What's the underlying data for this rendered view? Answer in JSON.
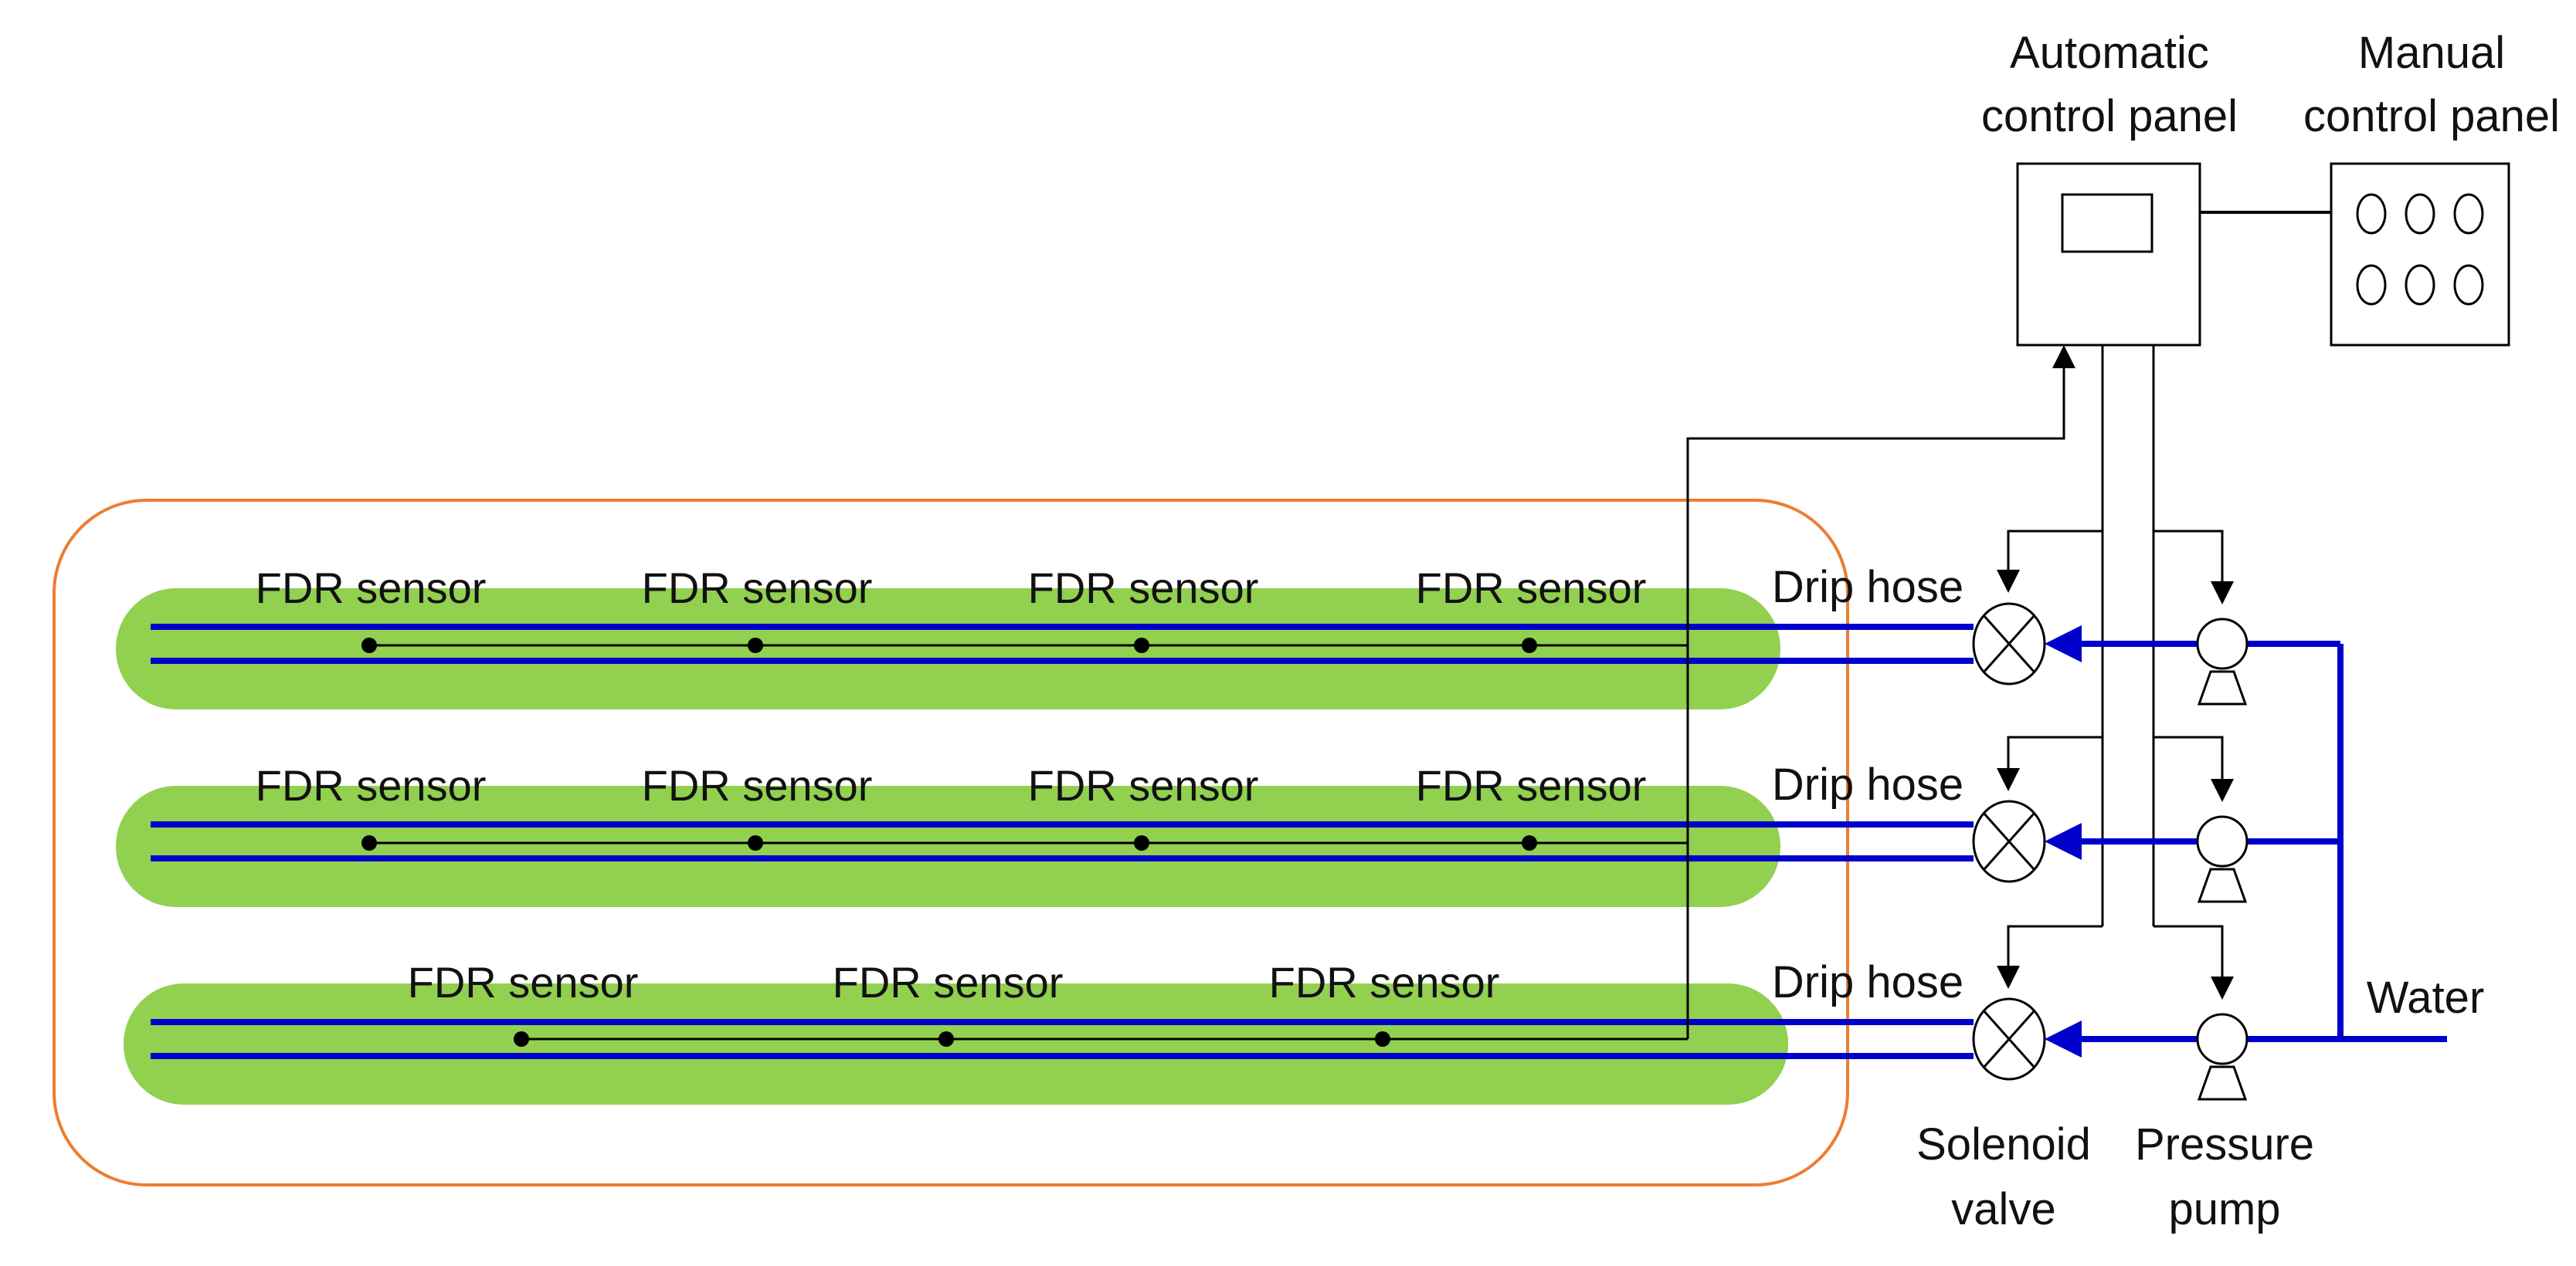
{
  "labels": {
    "automatic_panel": [
      "Automatic",
      "control panel"
    ],
    "manual_panel": [
      "Manual",
      "control panel"
    ],
    "solenoid_valve": [
      "Solenoid",
      "valve"
    ],
    "pressure_pump": [
      "Pressure",
      "pump"
    ],
    "water": "Water",
    "drip_hose": "Drip hose",
    "fdr_sensor": "FDR sensor"
  },
  "rows": [
    {
      "sensors": [
        "FDR sensor",
        "FDR sensor",
        "FDR sensor",
        "FDR sensor"
      ],
      "drip_hose": "Drip hose"
    },
    {
      "sensors": [
        "FDR sensor",
        "FDR sensor",
        "FDR sensor",
        "FDR sensor"
      ],
      "drip_hose": "Drip hose"
    },
    {
      "sensors": [
        "FDR sensor",
        "FDR sensor",
        "FDR sensor"
      ],
      "drip_hose": "Drip hose"
    }
  ],
  "colors": {
    "bed": "#92d050",
    "hose": "#0000cc",
    "field_border": "#ed7d31",
    "wire": "#000000"
  }
}
